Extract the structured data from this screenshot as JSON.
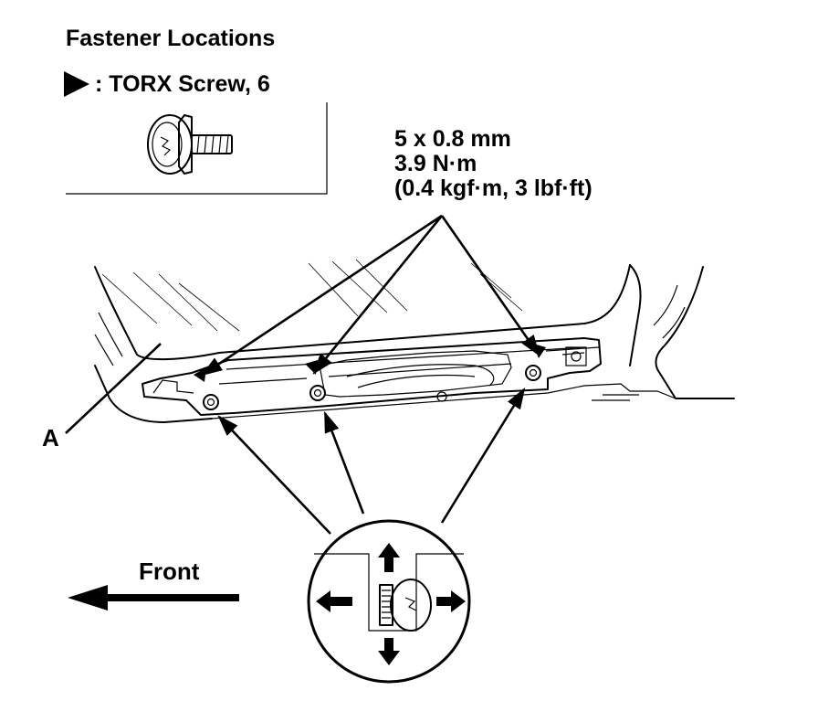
{
  "legend": {
    "title": "Fastener Locations",
    "screw_label": ": TORX Screw, 6",
    "triangle_icon": "play-triangle-icon",
    "screw_icon": "torx-screw-icon"
  },
  "spec": {
    "size": "5 x 0.8 mm",
    "torque_nm": "3.9 N·m",
    "torque_alt": "(0.4 kgf·m, 3 lbf·ft)"
  },
  "callouts": {
    "part_a": "A",
    "front": "Front"
  },
  "colors": {
    "line": "#000000",
    "background": "#ffffff"
  }
}
